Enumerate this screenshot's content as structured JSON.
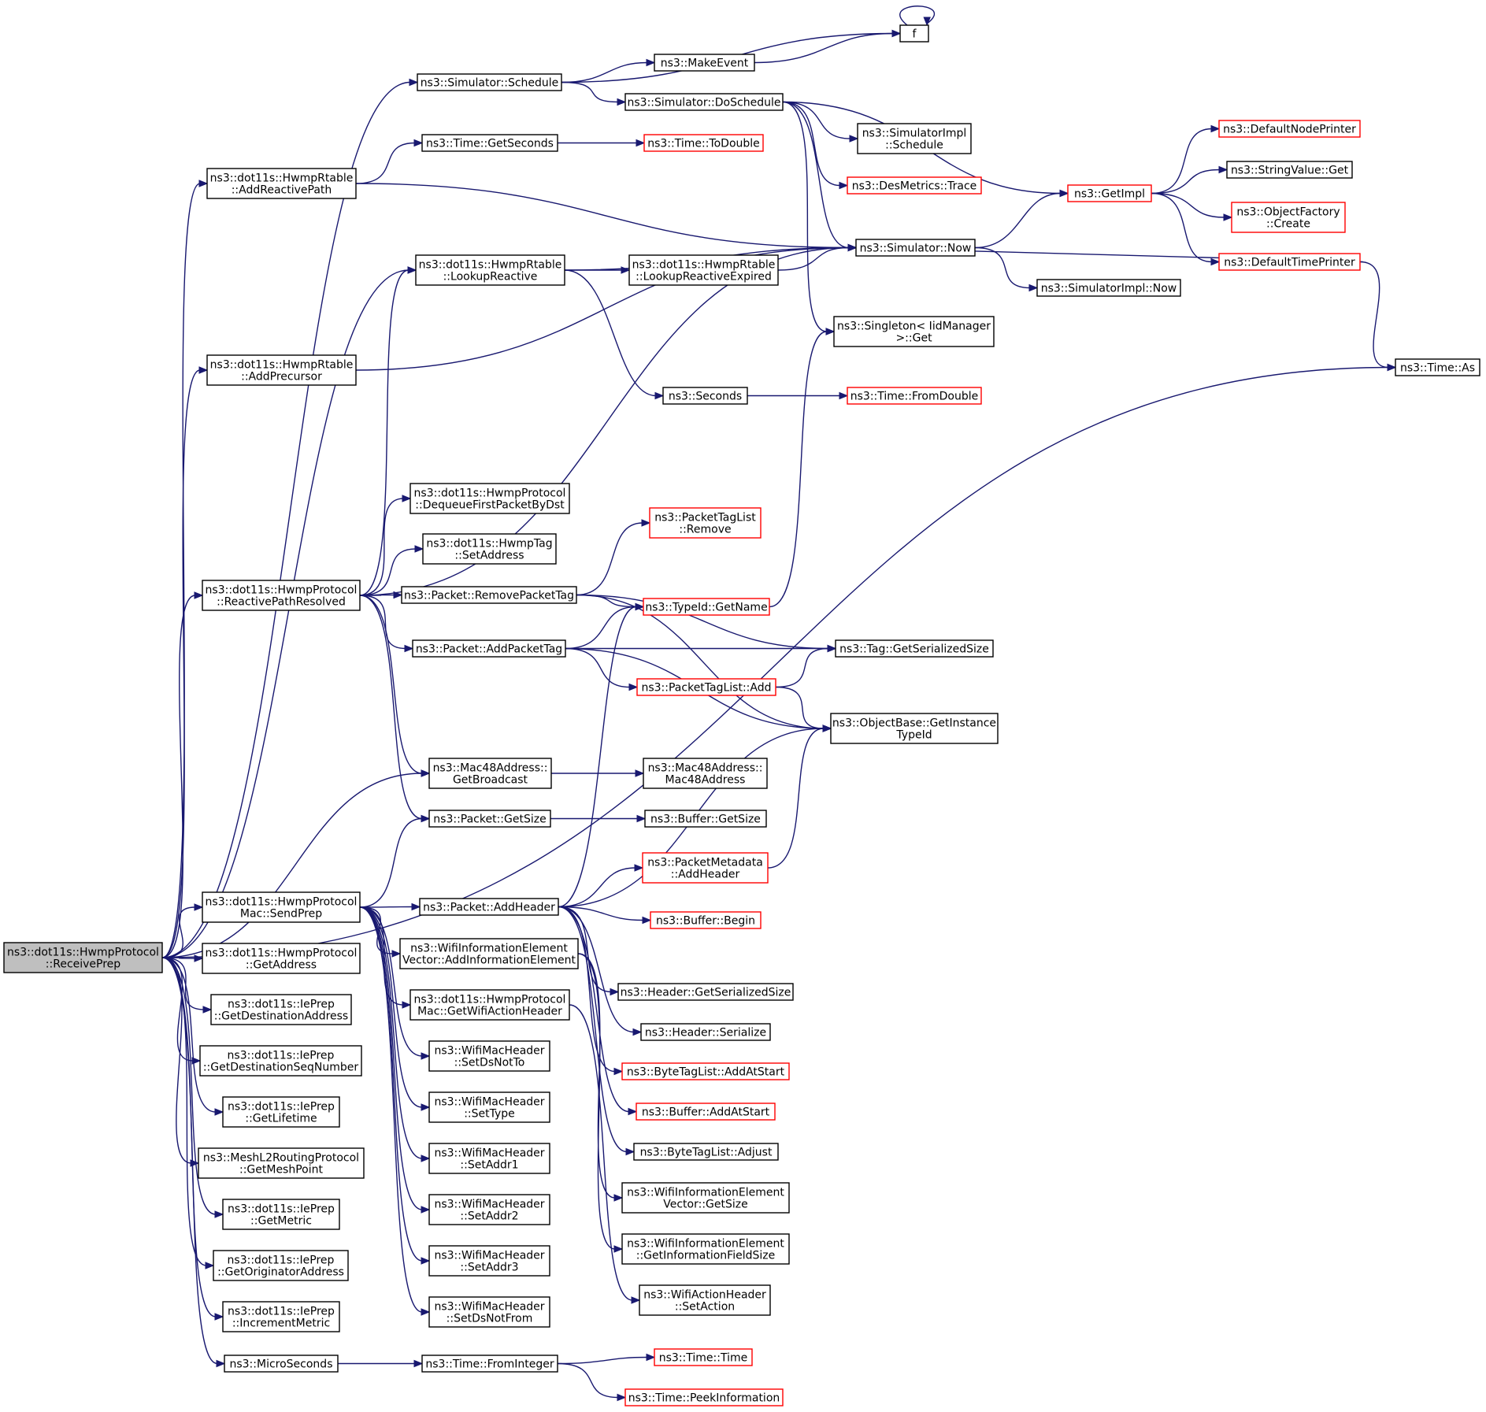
{
  "diagram": {
    "colors": {
      "edge": "#191970",
      "box_default": "#000000",
      "box_truncated": "#ff0000",
      "box_focus_fill": "#bfbfbf",
      "box_fill": "#ffffff"
    },
    "nodes": [
      {
        "id": "receive_prep",
        "lines": [
          "ns3::dot11s::HwmpProtocol",
          "::ReceivePrep"
        ],
        "style": "focus"
      },
      {
        "id": "f",
        "lines": [
          "f"
        ],
        "style": "normal"
      },
      {
        "id": "sim_schedule",
        "lines": [
          "ns3::Simulator::Schedule"
        ],
        "style": "normal"
      },
      {
        "id": "make_event",
        "lines": [
          "ns3::MakeEvent"
        ],
        "style": "normal"
      },
      {
        "id": "sim_doschedule",
        "lines": [
          "ns3::Simulator::DoSchedule"
        ],
        "style": "normal"
      },
      {
        "id": "time_getseconds",
        "lines": [
          "ns3::Time::GetSeconds"
        ],
        "style": "normal"
      },
      {
        "id": "time_todouble",
        "lines": [
          "ns3::Time::ToDouble"
        ],
        "style": "truncated"
      },
      {
        "id": "simimpl_schedule",
        "lines": [
          "ns3::SimulatorImpl",
          "::Schedule"
        ],
        "style": "normal"
      },
      {
        "id": "default_node_printer",
        "lines": [
          "ns3::DefaultNodePrinter"
        ],
        "style": "truncated"
      },
      {
        "id": "stringvalue_get",
        "lines": [
          "ns3::StringValue::Get"
        ],
        "style": "normal"
      },
      {
        "id": "desmetrics_trace",
        "lines": [
          "ns3::DesMetrics::Trace"
        ],
        "style": "truncated"
      },
      {
        "id": "getimpl",
        "lines": [
          "ns3::GetImpl"
        ],
        "style": "truncated"
      },
      {
        "id": "objfactory_create",
        "lines": [
          "ns3::ObjectFactory",
          "::Create"
        ],
        "style": "truncated"
      },
      {
        "id": "add_reactive_path",
        "lines": [
          "ns3::dot11s::HwmpRtable",
          "::AddReactivePath"
        ],
        "style": "normal"
      },
      {
        "id": "sim_now",
        "lines": [
          "ns3::Simulator::Now"
        ],
        "style": "normal"
      },
      {
        "id": "default_time_printer",
        "lines": [
          "ns3::DefaultTimePrinter"
        ],
        "style": "truncated"
      },
      {
        "id": "lookup_reactive",
        "lines": [
          "ns3::dot11s::HwmpRtable",
          "::LookupReactive"
        ],
        "style": "normal"
      },
      {
        "id": "lookup_reactive_expired",
        "lines": [
          "ns3::dot11s::HwmpRtable",
          "::LookupReactiveExpired"
        ],
        "style": "normal"
      },
      {
        "id": "simimpl_now",
        "lines": [
          "ns3::SimulatorImpl::Now"
        ],
        "style": "normal"
      },
      {
        "id": "singleton_get",
        "lines": [
          "ns3::Singleton< IidManager",
          ">::Get"
        ],
        "style": "normal"
      },
      {
        "id": "add_precursor",
        "lines": [
          "ns3::dot11s::HwmpRtable",
          "::AddPrecursor"
        ],
        "style": "normal"
      },
      {
        "id": "time_as",
        "lines": [
          "ns3::Time::As"
        ],
        "style": "normal"
      },
      {
        "id": "seconds",
        "lines": [
          "ns3::Seconds"
        ],
        "style": "normal"
      },
      {
        "id": "time_fromdouble",
        "lines": [
          "ns3::Time::FromDouble"
        ],
        "style": "truncated"
      },
      {
        "id": "dequeue_first",
        "lines": [
          "ns3::dot11s::HwmpProtocol",
          "::DequeueFirstPacketByDst"
        ],
        "style": "normal"
      },
      {
        "id": "packettaglist_remove",
        "lines": [
          "ns3::PacketTagList",
          "::Remove"
        ],
        "style": "truncated"
      },
      {
        "id": "hwmptag_setaddress",
        "lines": [
          "ns3::dot11s::HwmpTag",
          "::SetAddress"
        ],
        "style": "normal"
      },
      {
        "id": "reactive_path_resolved",
        "lines": [
          "ns3::dot11s::HwmpProtocol",
          "::ReactivePathResolved"
        ],
        "style": "normal"
      },
      {
        "id": "remove_packet_tag",
        "lines": [
          "ns3::Packet::RemovePacketTag"
        ],
        "style": "normal"
      },
      {
        "id": "typeid_getname",
        "lines": [
          "ns3::TypeId::GetName"
        ],
        "style": "truncated"
      },
      {
        "id": "add_packet_tag",
        "lines": [
          "ns3::Packet::AddPacketTag"
        ],
        "style": "normal"
      },
      {
        "id": "tag_getserializedsize",
        "lines": [
          "ns3::Tag::GetSerializedSize"
        ],
        "style": "normal"
      },
      {
        "id": "packettaglist_add",
        "lines": [
          "ns3::PacketTagList::Add"
        ],
        "style": "truncated"
      },
      {
        "id": "objectbase_getinstancetypeid",
        "lines": [
          "ns3::ObjectBase::GetInstance",
          "TypeId"
        ],
        "style": "normal"
      },
      {
        "id": "mac48_getbroadcast",
        "lines": [
          "ns3::Mac48Address::",
          "GetBroadcast"
        ],
        "style": "normal"
      },
      {
        "id": "mac48_ctor",
        "lines": [
          "ns3::Mac48Address::",
          "Mac48Address"
        ],
        "style": "normal"
      },
      {
        "id": "packet_getsize",
        "lines": [
          "ns3::Packet::GetSize"
        ],
        "style": "normal"
      },
      {
        "id": "buffer_getsize",
        "lines": [
          "ns3::Buffer::GetSize"
        ],
        "style": "normal"
      },
      {
        "id": "packetmetadata_addheader",
        "lines": [
          "ns3::PacketMetadata",
          "::AddHeader"
        ],
        "style": "truncated"
      },
      {
        "id": "mac_sendprep",
        "lines": [
          "ns3::dot11s::HwmpProtocol",
          "Mac::SendPrep"
        ],
        "style": "normal"
      },
      {
        "id": "packet_addheader",
        "lines": [
          "ns3::Packet::AddHeader"
        ],
        "style": "normal"
      },
      {
        "id": "buffer_begin",
        "lines": [
          "ns3::Buffer::Begin"
        ],
        "style": "truncated"
      },
      {
        "id": "wie_vector_addie",
        "lines": [
          "ns3::WifiInformationElement",
          "Vector::AddInformationElement"
        ],
        "style": "normal"
      },
      {
        "id": "hwmp_getaddress",
        "lines": [
          "ns3::dot11s::HwmpProtocol",
          "::GetAddress"
        ],
        "style": "normal"
      },
      {
        "id": "header_getserializedsize",
        "lines": [
          "ns3::Header::GetSerializedSize"
        ],
        "style": "normal"
      },
      {
        "id": "ieprep_getdestaddr",
        "lines": [
          "ns3::dot11s::IePrep",
          "::GetDestinationAddress"
        ],
        "style": "normal"
      },
      {
        "id": "mac_getwifiactionheader",
        "lines": [
          "ns3::dot11s::HwmpProtocol",
          "Mac::GetWifiActionHeader"
        ],
        "style": "normal"
      },
      {
        "id": "header_serialize",
        "lines": [
          "ns3::Header::Serialize"
        ],
        "style": "normal"
      },
      {
        "id": "ieprep_getdestseq",
        "lines": [
          "ns3::dot11s::IePrep",
          "::GetDestinationSeqNumber"
        ],
        "style": "normal"
      },
      {
        "id": "wmh_setdsnotto",
        "lines": [
          "ns3::WifiMacHeader",
          "::SetDsNotTo"
        ],
        "style": "normal"
      },
      {
        "id": "bytetaglist_addatstart",
        "lines": [
          "ns3::ByteTagList::AddAtStart"
        ],
        "style": "truncated"
      },
      {
        "id": "ieprep_getlifetime",
        "lines": [
          "ns3::dot11s::IePrep",
          "::GetLifetime"
        ],
        "style": "normal"
      },
      {
        "id": "wmh_settype",
        "lines": [
          "ns3::WifiMacHeader",
          "::SetType"
        ],
        "style": "normal"
      },
      {
        "id": "buffer_addatstart",
        "lines": [
          "ns3::Buffer::AddAtStart"
        ],
        "style": "truncated"
      },
      {
        "id": "meshl2_getmeshpoint",
        "lines": [
          "ns3::MeshL2RoutingProtocol",
          "::GetMeshPoint"
        ],
        "style": "normal"
      },
      {
        "id": "wmh_setaddr1",
        "lines": [
          "ns3::WifiMacHeader",
          "::SetAddr1"
        ],
        "style": "normal"
      },
      {
        "id": "bytetaglist_adjust",
        "lines": [
          "ns3::ByteTagList::Adjust"
        ],
        "style": "normal"
      },
      {
        "id": "ieprep_getmetric",
        "lines": [
          "ns3::dot11s::IePrep",
          "::GetMetric"
        ],
        "style": "normal"
      },
      {
        "id": "wmh_setaddr2",
        "lines": [
          "ns3::WifiMacHeader",
          "::SetAddr2"
        ],
        "style": "normal"
      },
      {
        "id": "wie_vector_getsize",
        "lines": [
          "ns3::WifiInformationElement",
          "Vector::GetSize"
        ],
        "style": "normal"
      },
      {
        "id": "ieprep_getorigaddr",
        "lines": [
          "ns3::dot11s::IePrep",
          "::GetOriginatorAddress"
        ],
        "style": "normal"
      },
      {
        "id": "wmh_setaddr3",
        "lines": [
          "ns3::WifiMacHeader",
          "::SetAddr3"
        ],
        "style": "normal"
      },
      {
        "id": "wie_getinfofieldsize",
        "lines": [
          "ns3::WifiInformationElement",
          "::GetInformationFieldSize"
        ],
        "style": "normal"
      },
      {
        "id": "ieprep_incrementmetric",
        "lines": [
          "ns3::dot11s::IePrep",
          "::IncrementMetric"
        ],
        "style": "normal"
      },
      {
        "id": "wmh_setdsnotfrom",
        "lines": [
          "ns3::WifiMacHeader",
          "::SetDsNotFrom"
        ],
        "style": "normal"
      },
      {
        "id": "wifiactionheader_setaction",
        "lines": [
          "ns3::WifiActionHeader",
          "::SetAction"
        ],
        "style": "normal"
      },
      {
        "id": "microseconds",
        "lines": [
          "ns3::MicroSeconds"
        ],
        "style": "normal"
      },
      {
        "id": "time_frominteger",
        "lines": [
          "ns3::Time::FromInteger"
        ],
        "style": "normal"
      },
      {
        "id": "time_time",
        "lines": [
          "ns3::Time::Time"
        ],
        "style": "truncated"
      },
      {
        "id": "time_peekinformation",
        "lines": [
          "ns3::Time::PeekInformation"
        ],
        "style": "truncated"
      }
    ],
    "edges": [
      [
        "f",
        "f"
      ],
      [
        "sim_schedule",
        "f"
      ],
      [
        "sim_schedule",
        "make_event"
      ],
      [
        "make_event",
        "f"
      ],
      [
        "sim_schedule",
        "sim_doschedule"
      ],
      [
        "sim_doschedule",
        "simimpl_schedule"
      ],
      [
        "sim_doschedule",
        "desmetrics_trace"
      ],
      [
        "sim_doschedule",
        "getimpl"
      ],
      [
        "sim_doschedule",
        "sim_now"
      ],
      [
        "sim_doschedule",
        "singleton_get"
      ],
      [
        "getimpl",
        "default_node_printer"
      ],
      [
        "getimpl",
        "stringvalue_get"
      ],
      [
        "getimpl",
        "objfactory_create"
      ],
      [
        "getimpl",
        "default_time_printer"
      ],
      [
        "default_time_printer",
        "sim_now"
      ],
      [
        "default_time_printer",
        "time_as"
      ],
      [
        "sim_now",
        "getimpl"
      ],
      [
        "sim_now",
        "simimpl_now"
      ],
      [
        "time_getseconds",
        "time_todouble"
      ],
      [
        "add_reactive_path",
        "time_getseconds"
      ],
      [
        "add_reactive_path",
        "sim_now"
      ],
      [
        "lookup_reactive",
        "sim_now"
      ],
      [
        "lookup_reactive",
        "lookup_reactive_expired"
      ],
      [
        "lookup_reactive",
        "seconds"
      ],
      [
        "lookup_reactive_expired",
        "sim_now"
      ],
      [
        "add_precursor",
        "sim_now"
      ],
      [
        "seconds",
        "time_fromdouble"
      ],
      [
        "reactive_path_resolved",
        "lookup_reactive"
      ],
      [
        "reactive_path_resolved",
        "sim_now"
      ],
      [
        "reactive_path_resolved",
        "dequeue_first"
      ],
      [
        "reactive_path_resolved",
        "hwmptag_setaddress"
      ],
      [
        "reactive_path_resolved",
        "remove_packet_tag"
      ],
      [
        "reactive_path_resolved",
        "add_packet_tag"
      ],
      [
        "reactive_path_resolved",
        "mac48_getbroadcast"
      ],
      [
        "reactive_path_resolved",
        "packet_getsize"
      ],
      [
        "remove_packet_tag",
        "packettaglist_remove"
      ],
      [
        "remove_packet_tag",
        "typeid_getname"
      ],
      [
        "remove_packet_tag",
        "tag_getserializedsize"
      ],
      [
        "remove_packet_tag",
        "objectbase_getinstancetypeid"
      ],
      [
        "typeid_getname",
        "singleton_get"
      ],
      [
        "add_packet_tag",
        "typeid_getname"
      ],
      [
        "add_packet_tag",
        "tag_getserializedsize"
      ],
      [
        "add_packet_tag",
        "packettaglist_add"
      ],
      [
        "add_packet_tag",
        "objectbase_getinstancetypeid"
      ],
      [
        "packettaglist_add",
        "tag_getserializedsize"
      ],
      [
        "packettaglist_add",
        "objectbase_getinstancetypeid"
      ],
      [
        "mac48_getbroadcast",
        "mac48_ctor"
      ],
      [
        "packet_getsize",
        "buffer_getsize"
      ],
      [
        "packetmetadata_addheader",
        "objectbase_getinstancetypeid"
      ],
      [
        "packet_addheader",
        "typeid_getname"
      ],
      [
        "packet_addheader",
        "packetmetadata_addheader"
      ],
      [
        "packet_addheader",
        "buffer_begin"
      ],
      [
        "packet_addheader",
        "objectbase_getinstancetypeid"
      ],
      [
        "packet_addheader",
        "header_getserializedsize"
      ],
      [
        "packet_addheader",
        "header_serialize"
      ],
      [
        "packet_addheader",
        "bytetaglist_addatstart"
      ],
      [
        "packet_addheader",
        "buffer_addatstart"
      ],
      [
        "packet_addheader",
        "bytetaglist_adjust"
      ],
      [
        "mac_sendprep",
        "packet_getsize"
      ],
      [
        "mac_sendprep",
        "packet_addheader"
      ],
      [
        "mac_sendprep",
        "wie_vector_addie"
      ],
      [
        "mac_sendprep",
        "mac_getwifiactionheader"
      ],
      [
        "mac_sendprep",
        "wmh_setdsnotto"
      ],
      [
        "mac_sendprep",
        "wmh_settype"
      ],
      [
        "mac_sendprep",
        "wmh_setaddr1"
      ],
      [
        "mac_sendprep",
        "wmh_setaddr2"
      ],
      [
        "mac_sendprep",
        "wmh_setaddr3"
      ],
      [
        "mac_sendprep",
        "wmh_setdsnotfrom"
      ],
      [
        "wie_vector_addie",
        "wie_vector_getsize"
      ],
      [
        "wie_vector_addie",
        "wie_getinfofieldsize"
      ],
      [
        "mac_getwifiactionheader",
        "wifiactionheader_setaction"
      ],
      [
        "microseconds",
        "time_frominteger"
      ],
      [
        "time_frominteger",
        "time_time"
      ],
      [
        "time_frominteger",
        "time_peekinformation"
      ],
      [
        "receive_prep",
        "sim_schedule"
      ],
      [
        "receive_prep",
        "add_reactive_path"
      ],
      [
        "receive_prep",
        "lookup_reactive"
      ],
      [
        "receive_prep",
        "add_precursor"
      ],
      [
        "receive_prep",
        "time_as"
      ],
      [
        "receive_prep",
        "reactive_path_resolved"
      ],
      [
        "receive_prep",
        "mac48_getbroadcast"
      ],
      [
        "receive_prep",
        "mac_sendprep"
      ],
      [
        "receive_prep",
        "hwmp_getaddress"
      ],
      [
        "receive_prep",
        "ieprep_getdestaddr"
      ],
      [
        "receive_prep",
        "ieprep_getdestseq"
      ],
      [
        "receive_prep",
        "ieprep_getlifetime"
      ],
      [
        "receive_prep",
        "meshl2_getmeshpoint"
      ],
      [
        "receive_prep",
        "ieprep_getmetric"
      ],
      [
        "receive_prep",
        "ieprep_getorigaddr"
      ],
      [
        "receive_prep",
        "ieprep_incrementmetric"
      ],
      [
        "receive_prep",
        "microseconds"
      ]
    ]
  }
}
